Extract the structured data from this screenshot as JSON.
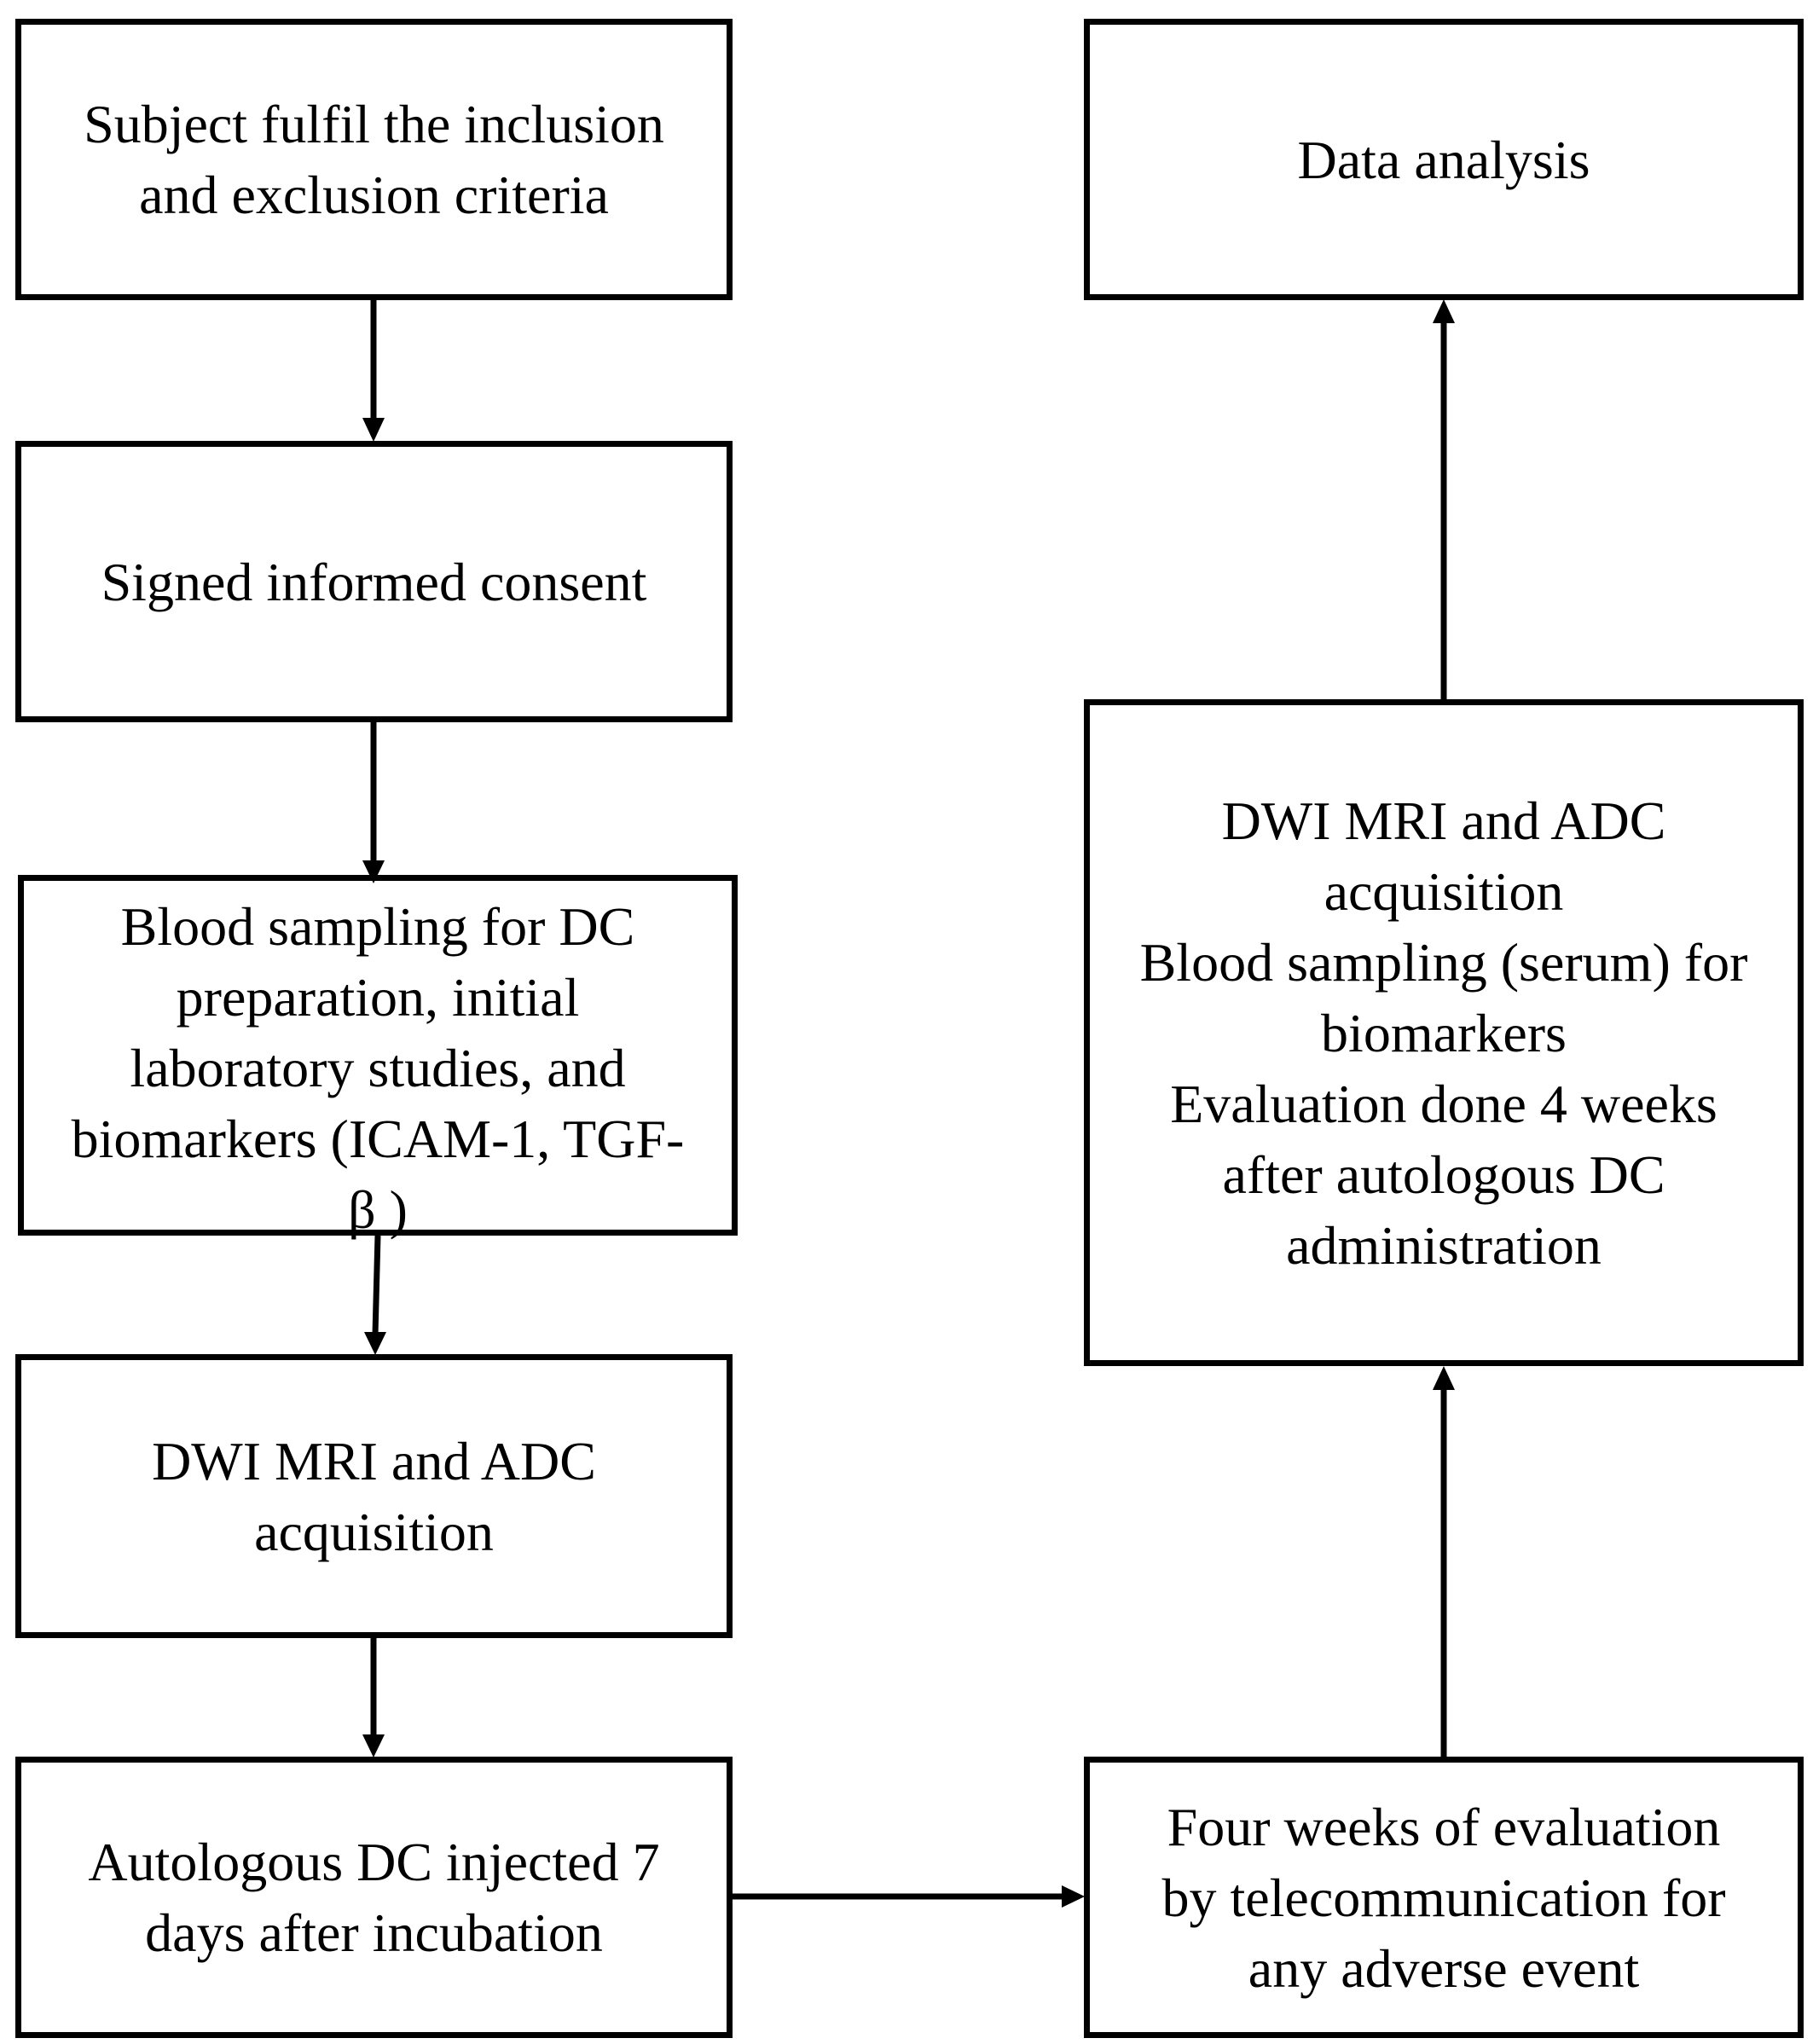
{
  "boxes": {
    "inclusion": {
      "lines": [
        "Subject fulfil the inclusion",
        "and exclusion criteria"
      ]
    },
    "consent": {
      "lines": [
        "Signed informed consent"
      ]
    },
    "blood_sampling": {
      "lines": [
        "Blood sampling for DC",
        "preparation, initial",
        "laboratory studies, and",
        "biomarkers (ICAM-1, TGF-",
        "β )"
      ]
    },
    "dwi_initial": {
      "lines": [
        "DWI MRI and ADC",
        "acquisition"
      ]
    },
    "dc_injection": {
      "lines": [
        "Autologous DC injected 7",
        "days after incubation"
      ]
    },
    "data_analysis": {
      "lines": [
        "Data analysis"
      ]
    },
    "followup_evaluation": {
      "lines": [
        "DWI MRI and ADC",
        "acquisition",
        "Blood sampling (serum) for",
        "biomarkers",
        "Evaluation done 4 weeks",
        "after autologous DC",
        "administration"
      ]
    },
    "telecommunication": {
      "lines": [
        "Four weeks of evaluation",
        "by telecommunication for",
        "any adverse event"
      ]
    }
  },
  "colors": {
    "stroke": "#000000",
    "background": "#ffffff"
  }
}
